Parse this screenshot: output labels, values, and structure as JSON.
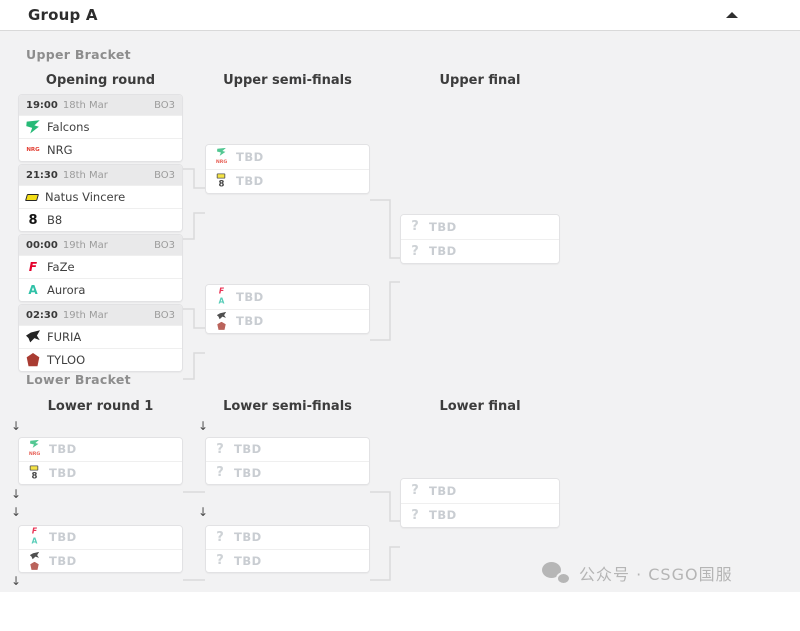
{
  "header": {
    "title": "Group A",
    "collapse_icon": "caret-up"
  },
  "sections": {
    "upper": {
      "label": "Upper Bracket",
      "columns": [
        "Opening round",
        "Upper semi-finals",
        "Upper final"
      ],
      "matches": [
        {
          "time": "19:00",
          "date": "18th Mar",
          "format": "BO3",
          "teams": [
            {
              "name": "Falcons",
              "icon": "falcons"
            },
            {
              "name": "NRG",
              "icon": "nrg"
            }
          ]
        },
        {
          "time": "21:30",
          "date": "18th Mar",
          "format": "BO3",
          "teams": [
            {
              "name": "Natus Vincere",
              "icon": "navi"
            },
            {
              "name": "B8",
              "icon": "b8"
            }
          ]
        },
        {
          "time": "00:00",
          "date": "19th Mar",
          "format": "BO3",
          "teams": [
            {
              "name": "FaZe",
              "icon": "faze"
            },
            {
              "name": "Aurora",
              "icon": "aurora"
            }
          ]
        },
        {
          "time": "02:30",
          "date": "19th Mar",
          "format": "BO3",
          "teams": [
            {
              "name": "FURIA",
              "icon": "furia"
            },
            {
              "name": "TYLOO",
              "icon": "tyloo"
            }
          ]
        }
      ],
      "semi_finals": [
        {
          "slots": [
            {
              "label": "TBD",
              "candidates": [
                "falcons",
                "nrg"
              ]
            },
            {
              "label": "TBD",
              "candidates": [
                "navi",
                "b8"
              ]
            }
          ]
        },
        {
          "slots": [
            {
              "label": "TBD",
              "candidates": [
                "faze",
                "aurora"
              ]
            },
            {
              "label": "TBD",
              "candidates": [
                "furia",
                "tyloo"
              ]
            }
          ]
        }
      ],
      "final": {
        "slots": [
          {
            "label": "TBD"
          },
          {
            "label": "TBD"
          }
        ]
      }
    },
    "lower": {
      "label": "Lower Bracket",
      "columns": [
        "Lower round 1",
        "Lower semi-finals",
        "Lower final"
      ],
      "round1": [
        {
          "slots": [
            {
              "label": "TBD",
              "candidates": [
                "falcons",
                "nrg"
              ]
            },
            {
              "label": "TBD",
              "candidates": [
                "navi",
                "b8"
              ]
            }
          ]
        },
        {
          "slots": [
            {
              "label": "TBD",
              "candidates": [
                "faze",
                "aurora"
              ]
            },
            {
              "label": "TBD",
              "candidates": [
                "furia",
                "tyloo"
              ]
            }
          ]
        }
      ],
      "semi_finals": [
        {
          "slots": [
            {
              "label": "TBD"
            },
            {
              "label": "TBD"
            }
          ]
        },
        {
          "slots": [
            {
              "label": "TBD"
            },
            {
              "label": "TBD"
            }
          ]
        }
      ],
      "final": {
        "slots": [
          {
            "label": "TBD"
          },
          {
            "label": "TBD"
          }
        ]
      }
    }
  },
  "watermark": {
    "text": "公众号 · CSGO国服"
  },
  "team_icons": {
    "falcons": {
      "color": "#27ba77"
    },
    "nrg": {
      "color": "#e23c30"
    },
    "navi": {
      "color": "#f2dd17"
    },
    "b8": {
      "color": "#141414"
    },
    "faze": {
      "color": "#e4002b"
    },
    "aurora": {
      "color": "#2fc1a7"
    },
    "furia": {
      "color": "#242424"
    },
    "tyloo": {
      "color": "#a93c32"
    },
    "tbd-question": {
      "color": "#ced2d6"
    }
  },
  "colors": {
    "panel_bg": "#f2f2f3",
    "box_border": "#e2e2e4",
    "connector": "#dadadb"
  }
}
